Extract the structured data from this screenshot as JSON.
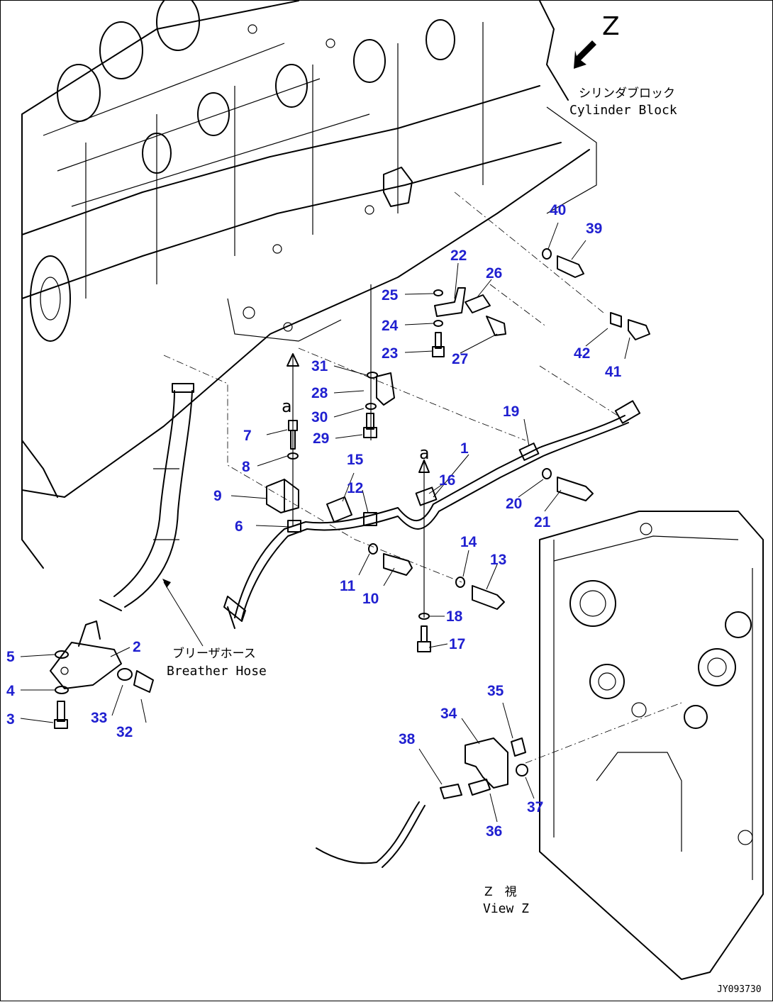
{
  "view_marker": "Z",
  "labels": {
    "cylinder_block_jp": "シリンダブロック",
    "cylinder_block_en": "Cylinder Block",
    "breather_hose_jp": "ブリーザホース",
    "breather_hose_en": "Breather Hose",
    "view_z_jp": "Z　視",
    "view_z_en": "View Z",
    "ref_a_1": "a",
    "ref_a_2": "a",
    "drawing_code": "JY093730"
  },
  "callouts": [
    "1",
    "2",
    "3",
    "4",
    "5",
    "6",
    "7",
    "8",
    "9",
    "10",
    "11",
    "12",
    "13",
    "14",
    "15",
    "16",
    "17",
    "18",
    "19",
    "20",
    "21",
    "22",
    "23",
    "24",
    "25",
    "26",
    "27",
    "28",
    "29",
    "30",
    "31",
    "32",
    "33",
    "34",
    "35",
    "36",
    "37",
    "38",
    "39",
    "40",
    "41",
    "42"
  ],
  "colors": {
    "callout": "#1f1fd0",
    "line": "#000000",
    "background": "#ffffff"
  }
}
